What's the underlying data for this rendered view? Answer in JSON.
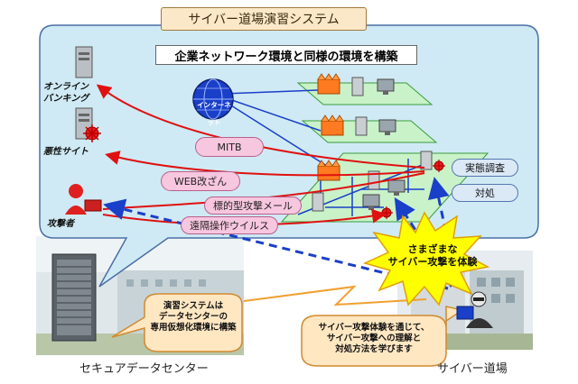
{
  "title": "サイバー道場演習システム",
  "subtitle": "企業ネットワーク環境と同様の環境を構築",
  "internet_label": "インターネット",
  "left_labels": {
    "online_banking": [
      "オンライン",
      "バンキング"
    ],
    "malicious_site": "悪性サイト",
    "attacker": "攻撃者"
  },
  "attack_pills": [
    "MITB",
    "WEB改ざん",
    "標的型攻撃メール",
    "遠隔操作ウイルス"
  ],
  "response_pills": [
    "実態調査",
    "対処"
  ],
  "burst_text": [
    "さまざまな",
    "サイバー攻撃を体験"
  ],
  "callout_left": [
    "演習システムは",
    "データセンターの",
    "専用仮想化環境に構築"
  ],
  "callout_right": [
    "サイバー攻撃体験を通じて、",
    "サイバー攻撃への理解と",
    "対処方法を学びます"
  ],
  "bottom_left_label": "セキュアデータセンター",
  "bottom_right_label": "サイバー道場",
  "colors": {
    "panel": "#cfeaf4",
    "panel_border": "#4a6fa5",
    "attack_arrow": "#e01010",
    "dashed_arrow": "#1a3fc8",
    "burst": "#ffff00",
    "callout": "#ffe7c2",
    "network_plane": "#c9f2c9",
    "firewall": "#ff7a20"
  }
}
